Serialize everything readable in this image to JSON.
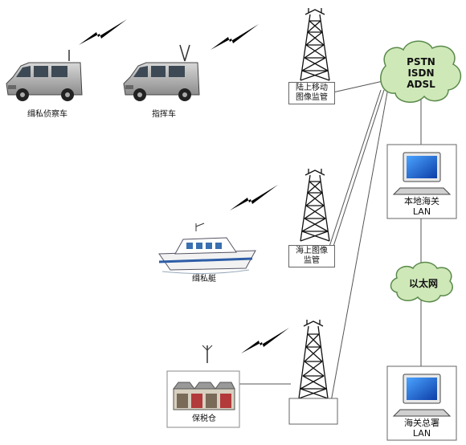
{
  "vehicles": {
    "surveillance_van": "缉私侦察车",
    "command_van": "指挥车",
    "patrol_boat": "缉私艇",
    "bonded_warehouse": "保税仓"
  },
  "towers": {
    "land_tower": [
      "陆上移动",
      "图像监管"
    ],
    "sea_tower": [
      "海上图像",
      "监管"
    ]
  },
  "networks": {
    "wan_cloud": [
      "PSTN",
      "ISDN",
      "ADSL"
    ],
    "ethernet_cloud": "以太网"
  },
  "lans": {
    "local_customs": [
      "本地海关",
      "LAN"
    ],
    "customs_hq": [
      "海关总署",
      "LAN"
    ]
  },
  "colors": {
    "cloud_fill": "#cfe8b8",
    "cloud_stroke": "#5a8a4a",
    "monitor_screen": "#1c5fd6",
    "line": "#555555"
  }
}
